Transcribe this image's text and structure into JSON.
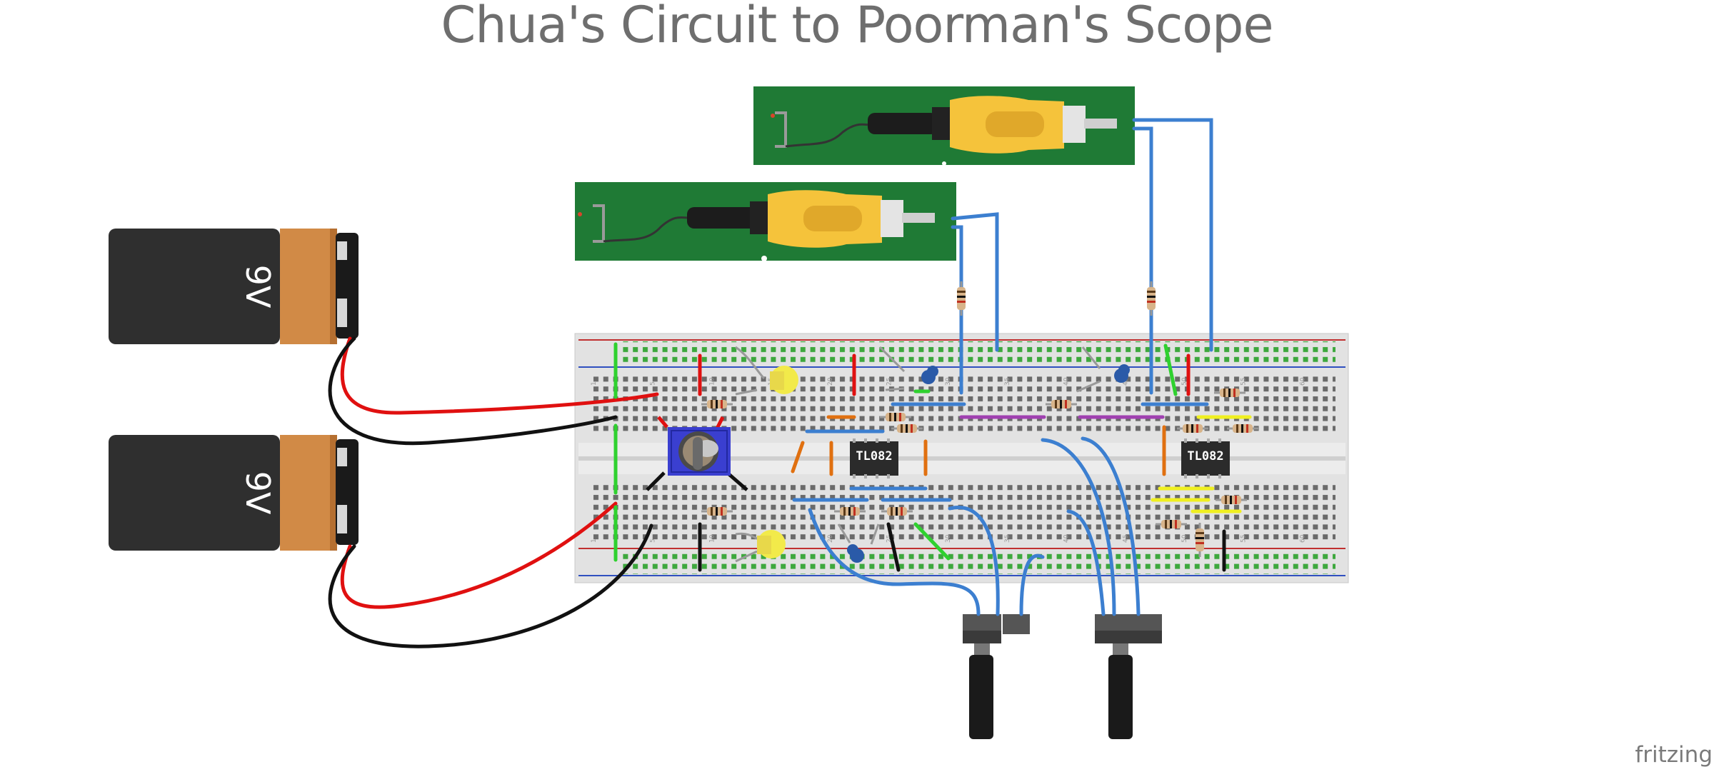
{
  "title": "Chua's Circuit to Poorman's Scope",
  "watermark": "fritzing",
  "batteries": [
    {
      "label": "9V"
    },
    {
      "label": "9V"
    }
  ],
  "chips": [
    {
      "label": "TL082"
    },
    {
      "label": "TL082"
    }
  ],
  "breadboard": {
    "column_numbers": [
      "1",
      "5",
      "10",
      "15",
      "20",
      "25",
      "30",
      "35",
      "40",
      "45",
      "50",
      "55",
      "60"
    ]
  },
  "colors": {
    "board_green": "#1f7a35",
    "battery_orange": "#d18a46",
    "battery_black": "#2f2f2f",
    "rca_yellow": "#f5c33b",
    "wire_blue": "#3c7fd0",
    "wire_red": "#e01010",
    "wire_black": "#111111",
    "wire_green": "#2fd12f",
    "wire_orange": "#e07010",
    "wire_purple": "#a040b0",
    "wire_yellow": "#f0f020"
  }
}
